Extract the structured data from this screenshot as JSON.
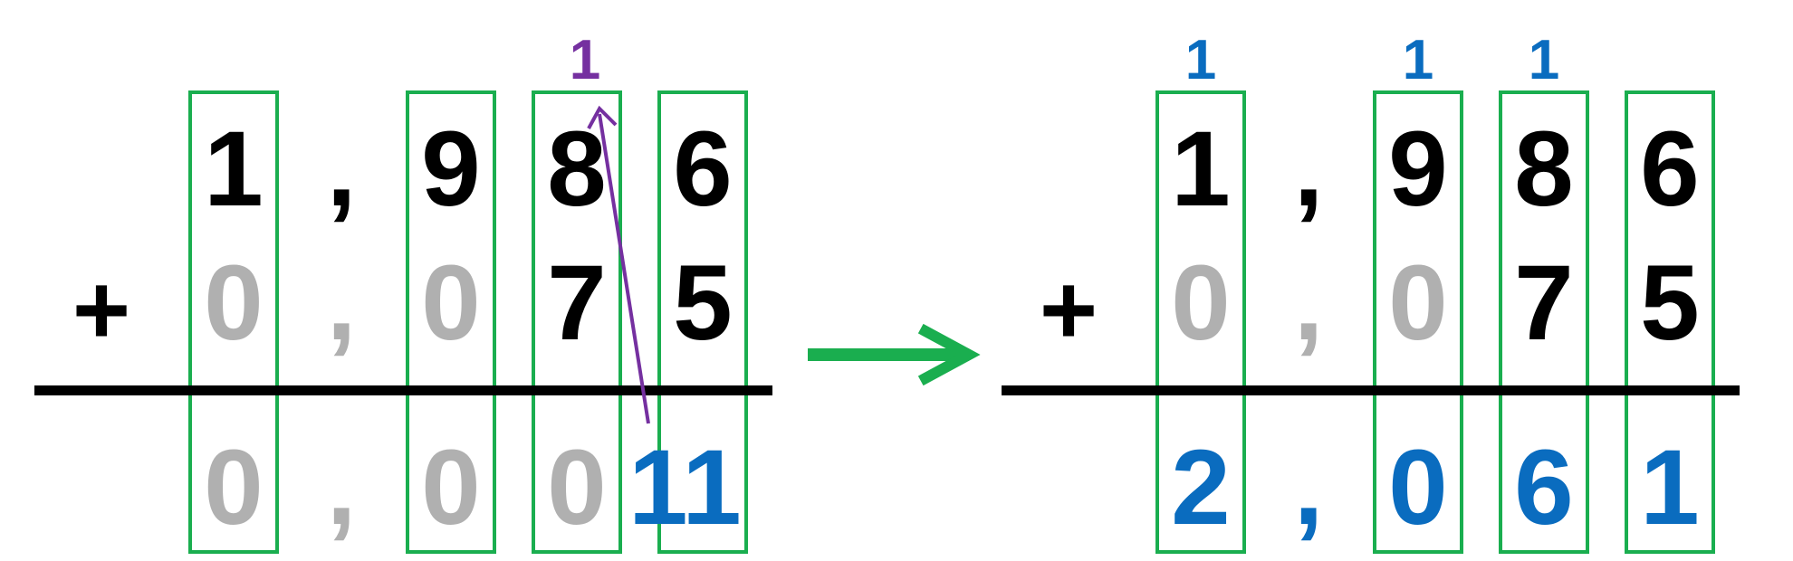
{
  "colors": {
    "box": "#1aae4f",
    "digit": "#000000",
    "placeholder": "#b0b0b0",
    "result": "#0a6cbf",
    "carry_left": "#7530a0",
    "transition_arrow": "#1aae4f"
  },
  "left": {
    "carry": "1",
    "row1": {
      "ones": "1",
      "comma": ",",
      "tenths": "9",
      "hundredths": "8",
      "thousandths": "6"
    },
    "row2": {
      "operator": "+",
      "ones": "0",
      "comma": ",",
      "tenths": "0",
      "hundredths": "7",
      "thousandths": "5"
    },
    "result": {
      "ones": "0",
      "comma": ",",
      "tenths": "0",
      "hundredths": "0",
      "thousandths": "11"
    }
  },
  "right": {
    "carries": {
      "ones": "1",
      "tenths": "1",
      "hundredths": "1"
    },
    "row1": {
      "ones": "1",
      "comma": ",",
      "tenths": "9",
      "hundredths": "8",
      "thousandths": "6"
    },
    "row2": {
      "operator": "+",
      "ones": "0",
      "comma": ",",
      "tenths": "0",
      "hundredths": "7",
      "thousandths": "5"
    },
    "result": {
      "ones": "2",
      "comma": ",",
      "tenths": "0",
      "hundredths": "6",
      "thousandths": "1"
    }
  },
  "icons": {
    "transition": "right-arrow-icon",
    "carry_indicator": "carry-arrow-icon"
  }
}
